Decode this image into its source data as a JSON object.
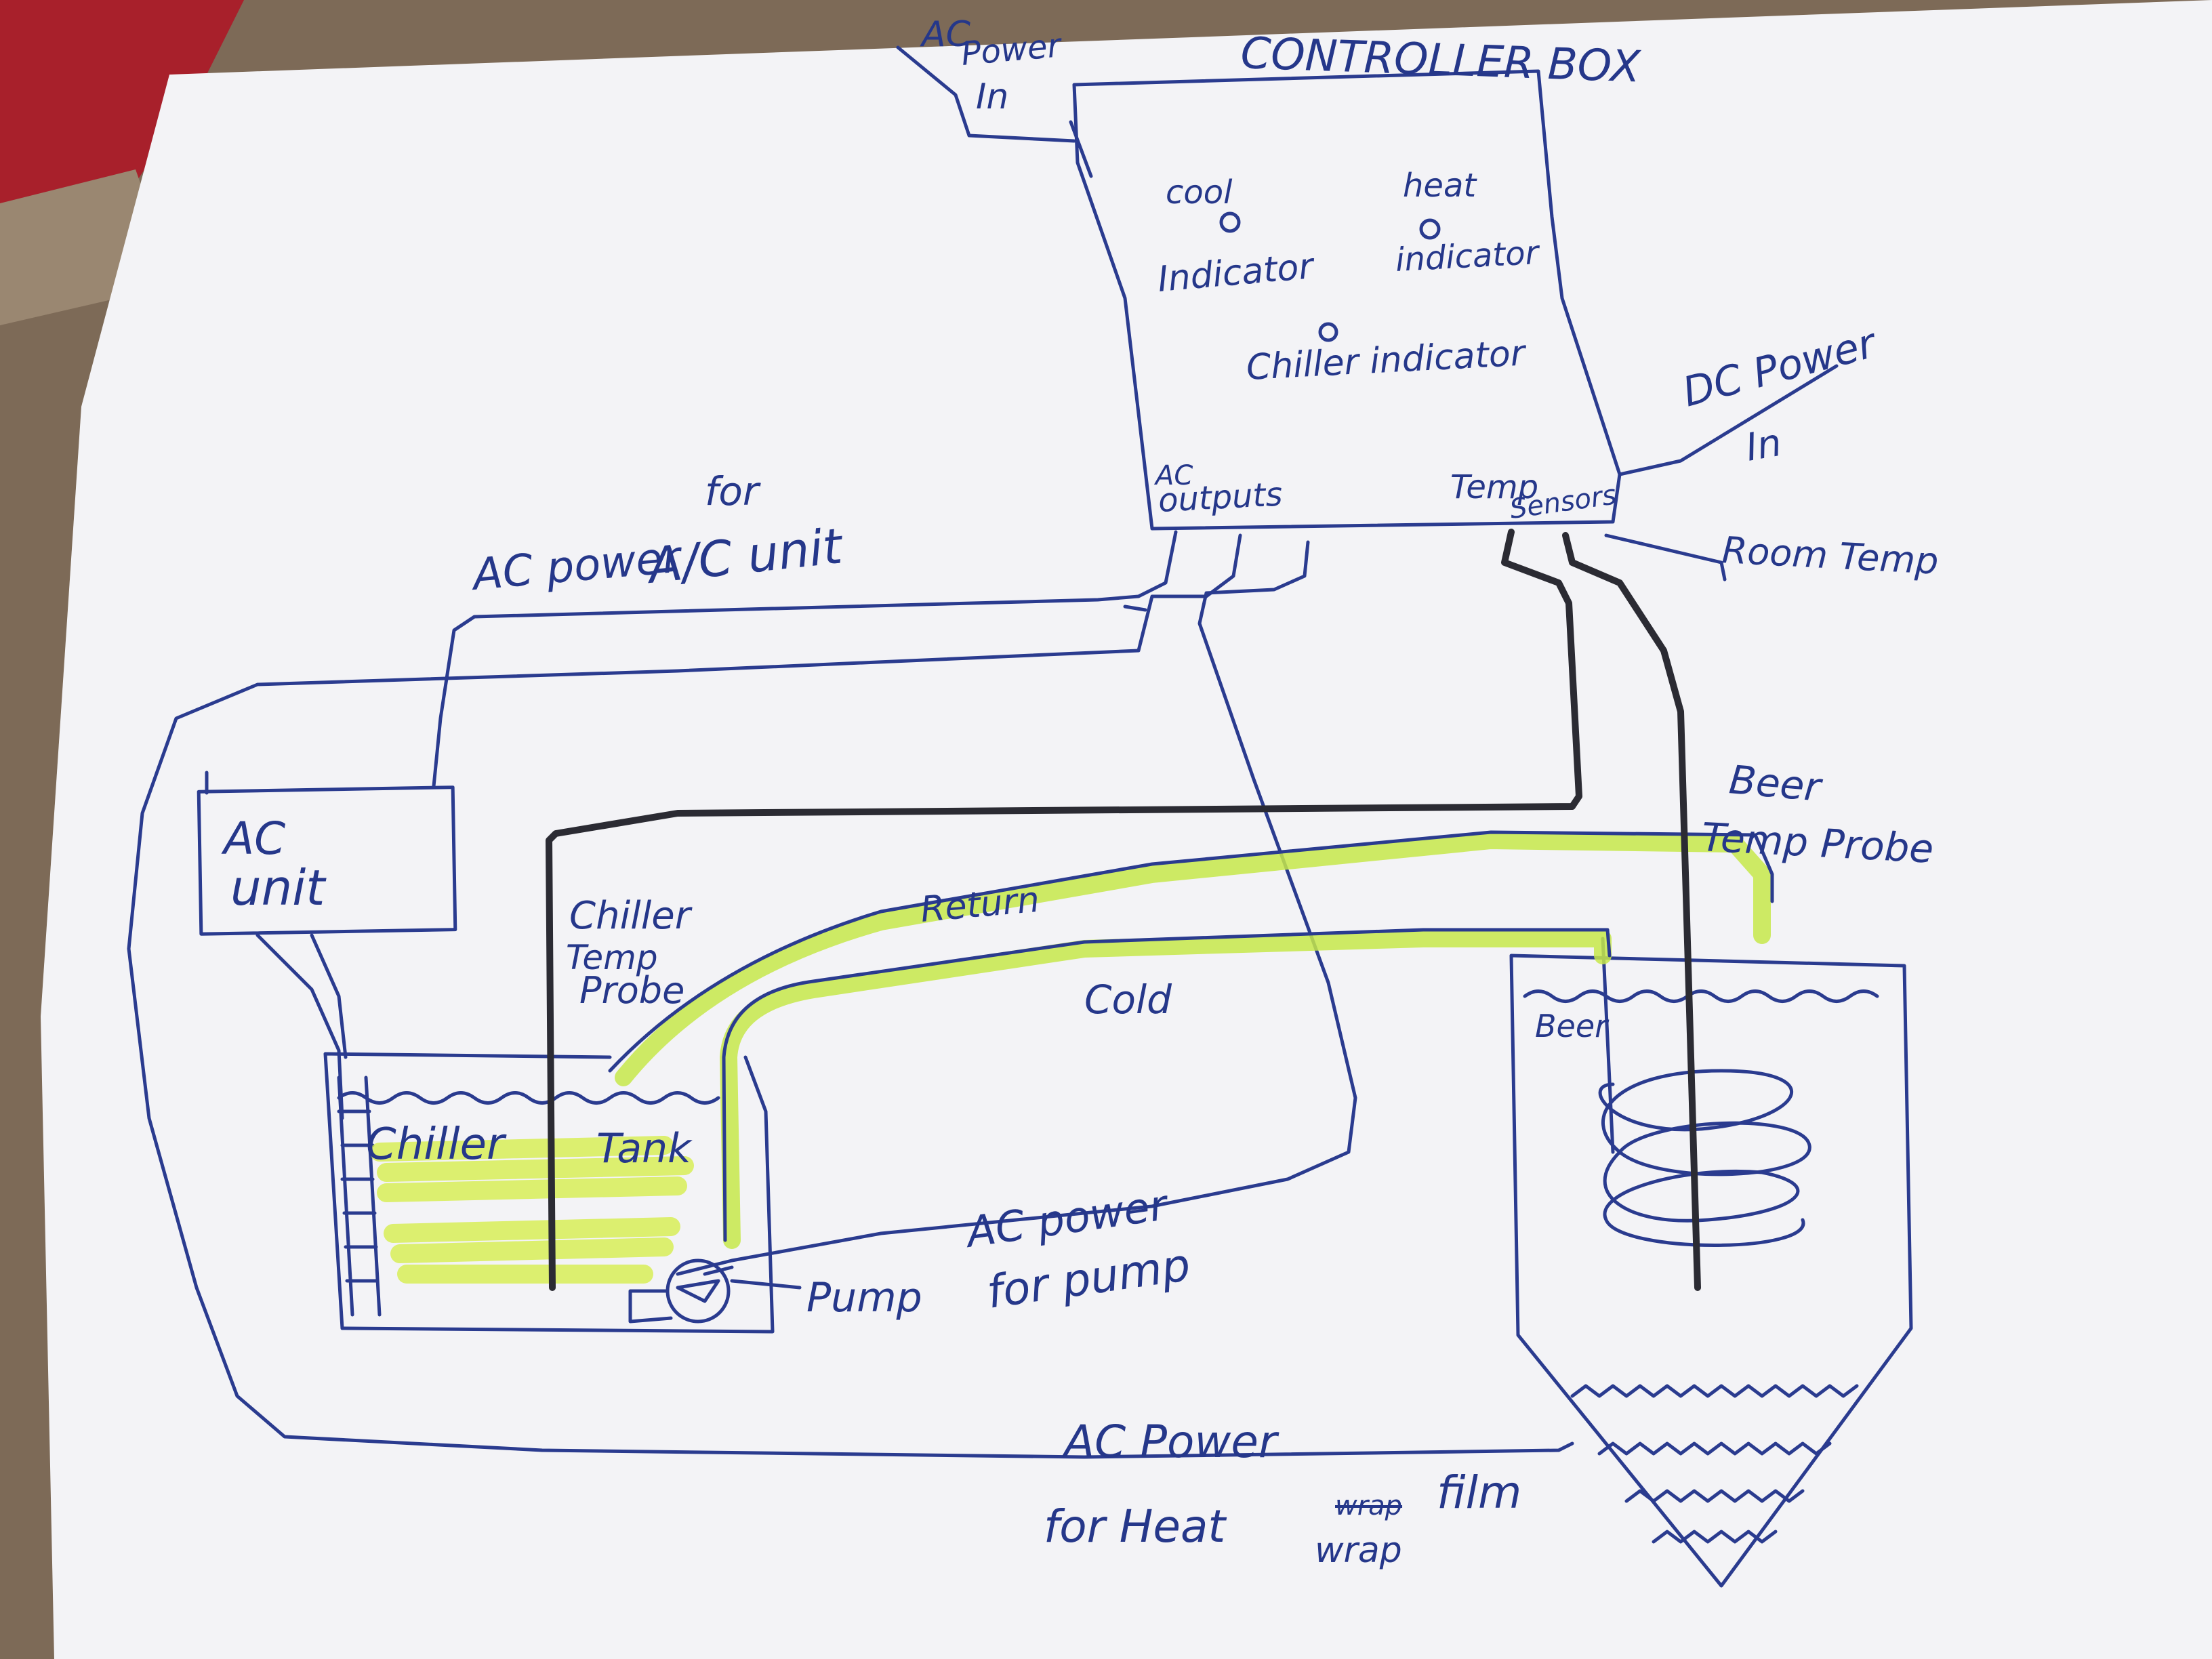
{
  "colors": {
    "ink": "#2a3b8f",
    "dark_wire": "#2b2b33",
    "highlight": "#c6e84a",
    "paper": "#f4f4f6",
    "background_fabric": "#8a7560",
    "background_red": "#b0202c"
  },
  "controller": {
    "title": "CONTROLLER BOX",
    "ac_power_in": [
      "AC",
      "Power",
      "In"
    ],
    "cool_label": "cool",
    "cool_indicator_label": "Indicator",
    "heat_label": "heat",
    "heat_indicator_label": "indicator",
    "chiller_indicator_label": "Chiller indicator",
    "ac_outputs_label": [
      "AC",
      "outputs"
    ],
    "temp_sensors_label": [
      "Temp",
      "Sensors"
    ],
    "dc_power_in": [
      "DC Power",
      "In"
    ],
    "room_temp_label": "Room Temp"
  },
  "ac_unit": {
    "power_label": "AC power",
    "for_label": "for",
    "unit_label": "A/C unit",
    "box_label": [
      "AC",
      "unit"
    ]
  },
  "chiller": {
    "probe_label": [
      "Chiller",
      "Temp",
      "Probe"
    ],
    "tank_label_1": "Chiller",
    "tank_label_2": "Tank",
    "return_label": "Return",
    "cold_label": "Cold",
    "pump_label": "Pump",
    "pump_power_1": "AC power",
    "pump_power_2": "for pump"
  },
  "fermenter": {
    "beer_probe_label": [
      "Beer",
      "Temp Probe"
    ],
    "beer_label": "Beer",
    "heat_power_1": "AC Power",
    "heat_power_2a": "for Heat",
    "heat_power_crossed": "wrap",
    "heat_power_2b": "film",
    "heat_power_3": "wrap"
  }
}
